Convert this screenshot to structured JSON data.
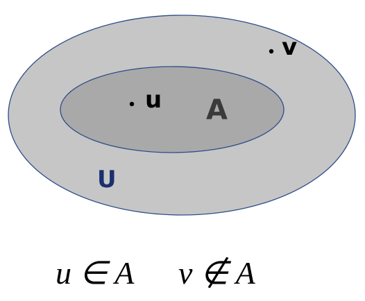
{
  "diagram": {
    "universe": {
      "label": "U",
      "fill": "#c6c6c6",
      "stroke": "#2f4b8a",
      "label_color": "#1a2f6e"
    },
    "set_a": {
      "label": "A",
      "fill": "#a9a9a9",
      "stroke": "#2f4b8a",
      "label_color": "#3a3a3a"
    },
    "points": [
      {
        "label": "u",
        "inside": "A"
      },
      {
        "label": "v",
        "inside": "U"
      }
    ]
  },
  "statements": {
    "u_in_a": "u ∈ A",
    "v_not_in_a": "v ∉ A"
  }
}
